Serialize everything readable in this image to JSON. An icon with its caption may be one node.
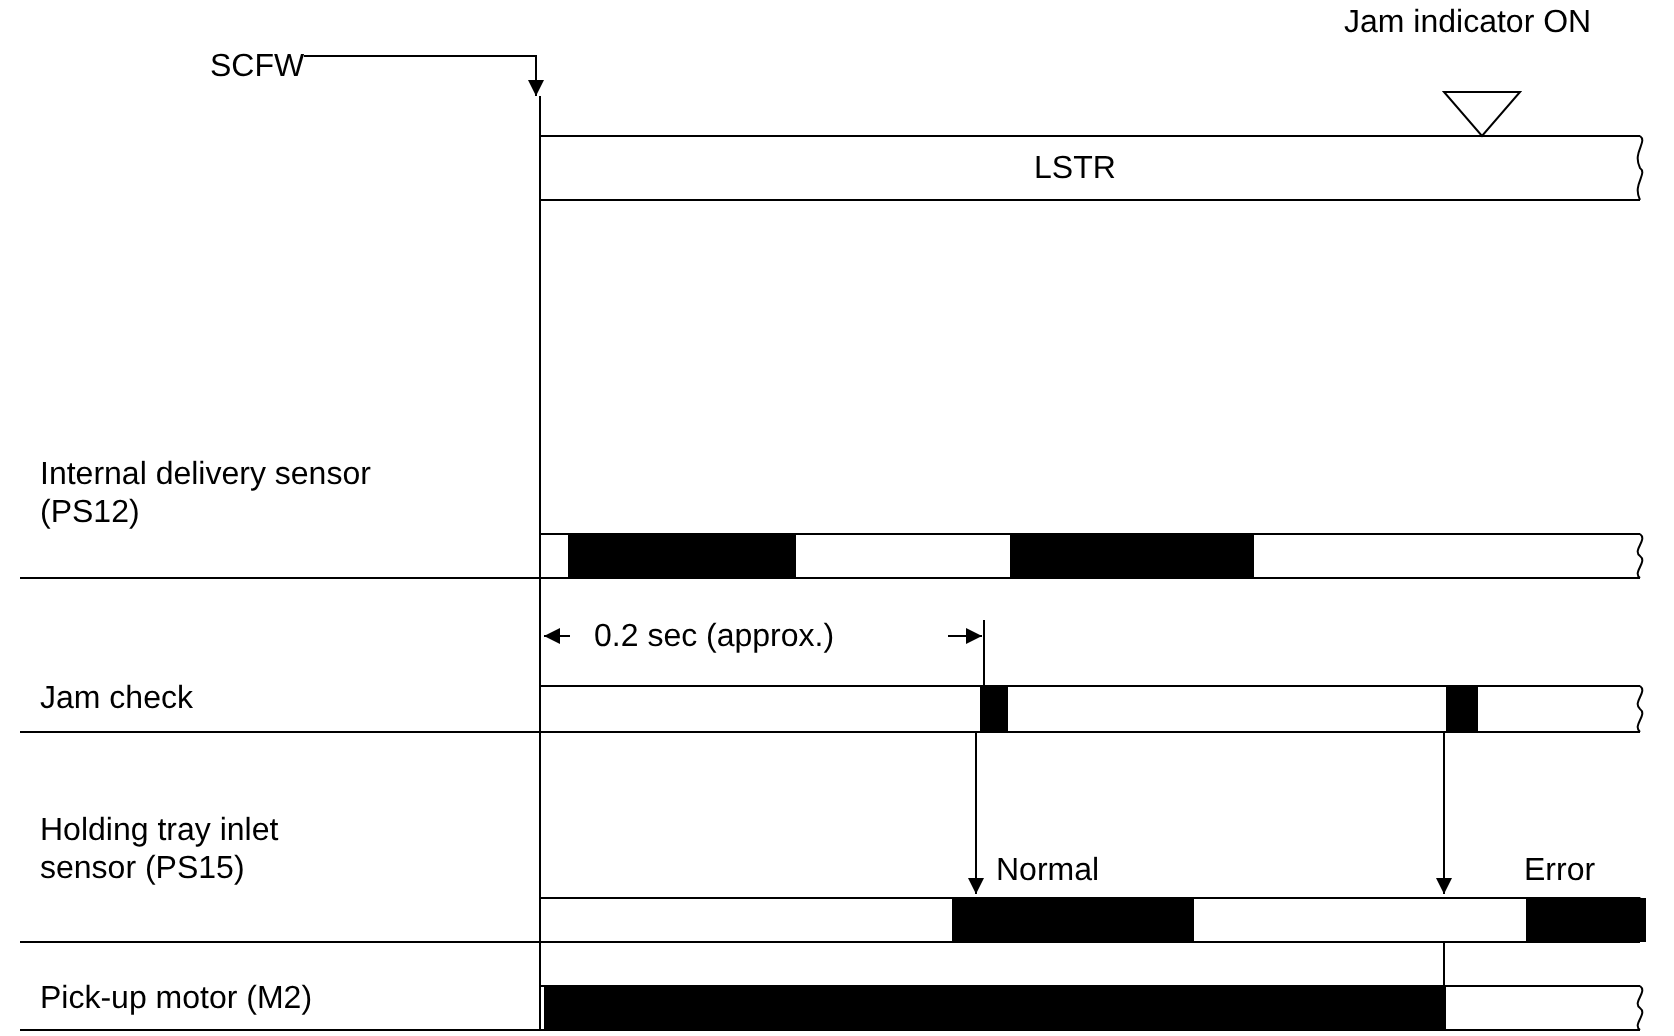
{
  "diagram": {
    "labels": [
      "SCFW",
      "Jam indicator ON",
      "LSTR",
      "Internal delivery sensor (PS12)",
      "0.2 sec (approx.)",
      "Jam check",
      "Holding tray inlet sensor (PS15)",
      "Normal",
      "Error",
      "Pick-up motor (M2)"
    ]
  }
}
